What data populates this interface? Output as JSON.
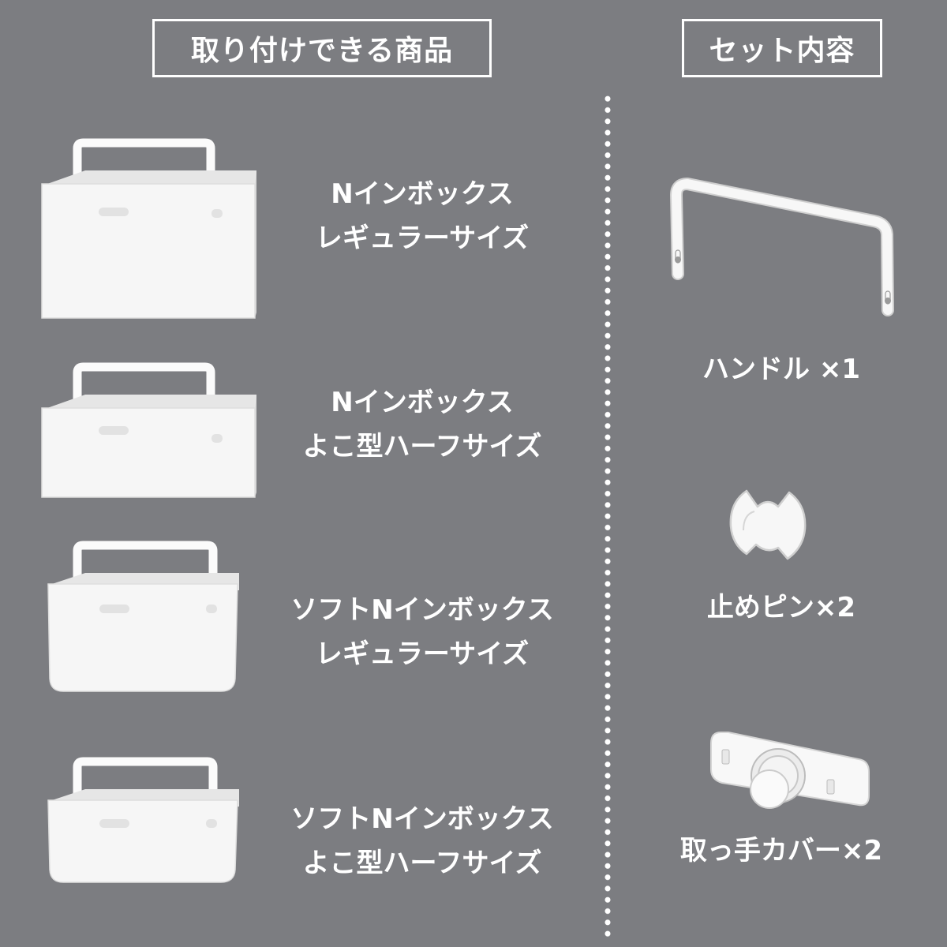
{
  "headers": {
    "compatible_title": "取り付けできる商品",
    "contents_title": "セット内容"
  },
  "products": [
    {
      "line1": "Nインボックス",
      "line2": "レギュラーサイズ"
    },
    {
      "line1": "Nインボックス",
      "line2": "よこ型ハーフサイズ"
    },
    {
      "line1": "ソフトNインボックス",
      "line2": "レギュラーサイズ"
    },
    {
      "line1": "ソフトNインボックス",
      "line2": "よこ型ハーフサイズ"
    }
  ],
  "set_items": [
    {
      "label": "ハンドル ×1"
    },
    {
      "label": "止めピン×2"
    },
    {
      "label": "取っ手カバー×2"
    }
  ],
  "colors": {
    "background": "#7c7d81",
    "text": "#ffffff",
    "product_white": "#f6f6f6"
  }
}
